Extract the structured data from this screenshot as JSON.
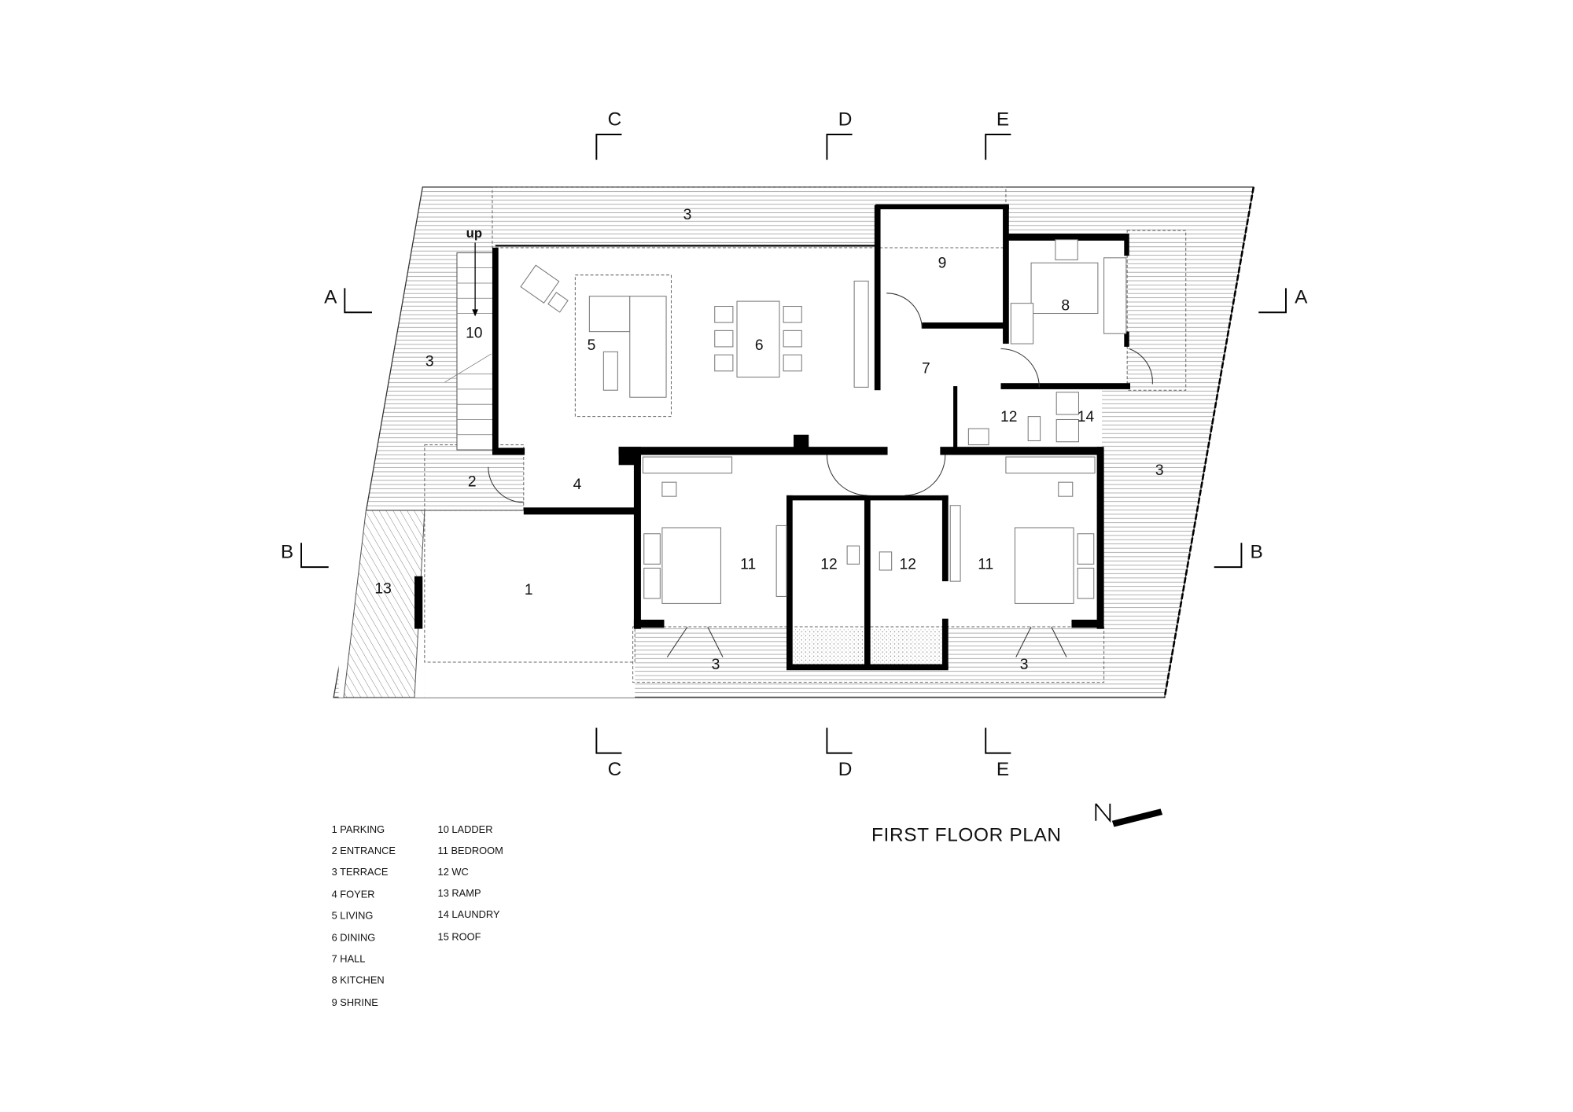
{
  "title": "FIRST FLOOR PLAN",
  "north_label": "N",
  "stair_label": "up",
  "sections": {
    "A": "A",
    "B": "B",
    "C": "C",
    "D": "D",
    "E": "E"
  },
  "room_labels": {
    "parking": "1",
    "entrance": "2",
    "terrace": "3",
    "foyer": "4",
    "living": "5",
    "dining": "6",
    "hall": "7",
    "kitchen": "8",
    "shrine": "9",
    "ladder": "10",
    "bedroom": "11",
    "wc": "12",
    "ramp": "13",
    "laundry": "14"
  },
  "legend": [
    "1 PARKING",
    "2 ENTRANCE",
    "3 TERRACE",
    "4 FOYER",
    "5 LIVING",
    "6 DINING",
    "7 HALL",
    "8 KITCHEN",
    "9 SHRINE",
    "10 LADDER",
    "11 BEDROOM",
    "12 WC",
    "13 RAMP",
    "14 LAUNDRY",
    "15 ROOF"
  ]
}
